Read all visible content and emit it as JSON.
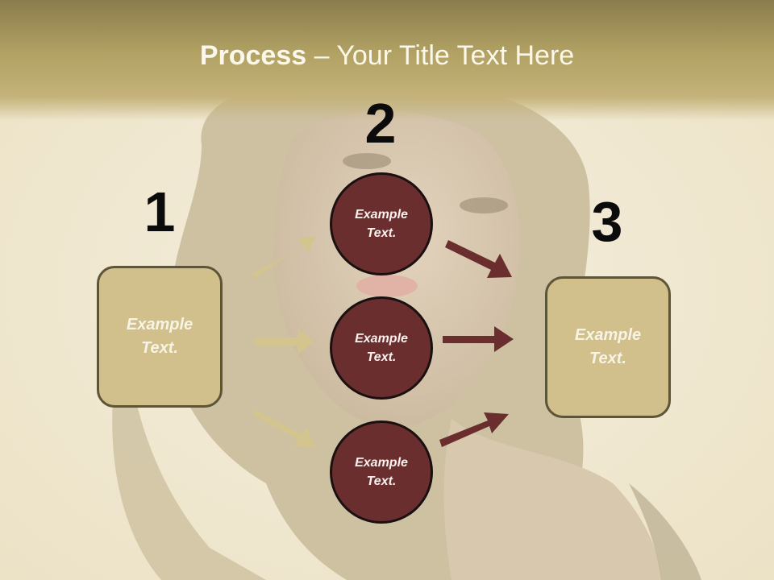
{
  "title": {
    "strong": "Process",
    "rest": " – Your Title Text Here"
  },
  "steps": [
    {
      "number": "1",
      "text_line1": "Example",
      "text_line2": "Text."
    },
    {
      "number": "2"
    },
    {
      "number": "3",
      "text_line1": "Example",
      "text_line2": "Text."
    }
  ],
  "circles": [
    {
      "text_line1": "Example",
      "text_line2": "Text."
    },
    {
      "text_line1": "Example",
      "text_line2": "Text."
    },
    {
      "text_line1": "Example",
      "text_line2": "Text."
    }
  ],
  "colors": {
    "title_band": "#b2a264",
    "box_fill": "#d1c08b",
    "circle_fill": "#6a2e2e",
    "arrow_in": "#d4c48e",
    "arrow_out": "#6a2e2e"
  }
}
